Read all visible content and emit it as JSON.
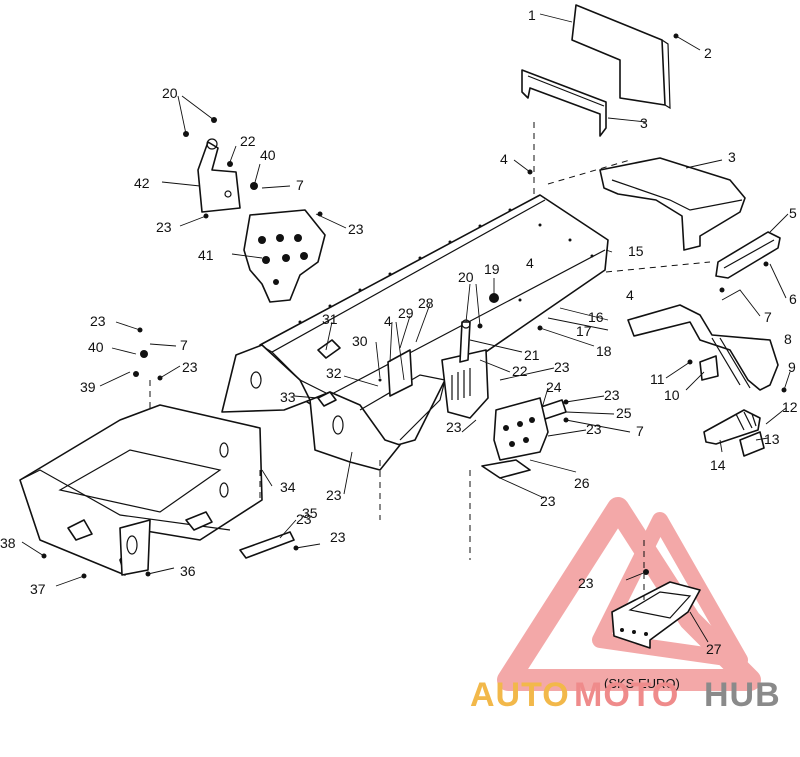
{
  "labels": {
    "l1": "1",
    "l2": "2",
    "l3a": "3",
    "l3b": "3",
    "l4a": "4",
    "l4b": "4",
    "l4c": "4",
    "l4d": "4",
    "l5": "5",
    "l6": "6",
    "l7a": "7",
    "l7b": "7",
    "l7c": "7",
    "l7d": "7",
    "l8": "8",
    "l9": "9",
    "l10": "10",
    "l11": "11",
    "l12": "12",
    "l13": "13",
    "l14": "14",
    "l15": "15",
    "l16": "16",
    "l17": "17",
    "l18": "18",
    "l19": "19",
    "l20a": "20",
    "l20b": "20",
    "l21": "21",
    "l22a": "22",
    "l22b": "22",
    "l23a": "23",
    "l23b": "23",
    "l23c": "23",
    "l23d": "23",
    "l23e": "23",
    "l23f": "23",
    "l23g": "23",
    "l23h": "23",
    "l23i": "23",
    "l23j": "23",
    "l23k": "23",
    "l23l": "23",
    "l23m": "23",
    "l24": "24",
    "l25": "25",
    "l26": "26",
    "l27": "27",
    "l28": "28",
    "l29": "29",
    "l30": "30",
    "l31": "31",
    "l32": "32",
    "l33": "33",
    "l34": "34",
    "l35": "35",
    "l36": "36",
    "l37": "37",
    "l38": "38",
    "l39": "39",
    "l40a": "40",
    "l40b": "40",
    "l41": "41",
    "l42": "42"
  },
  "inset_caption": "(SKS EURO)",
  "watermark": {
    "auto": "AUTO",
    "moto": "MOTO",
    "hub": "HUB"
  },
  "colors": {
    "line": "#111111",
    "watermark_red": "#ef8b8b",
    "watermark_orange": "#f2b84a",
    "watermark_gray": "#8a8a8a"
  }
}
